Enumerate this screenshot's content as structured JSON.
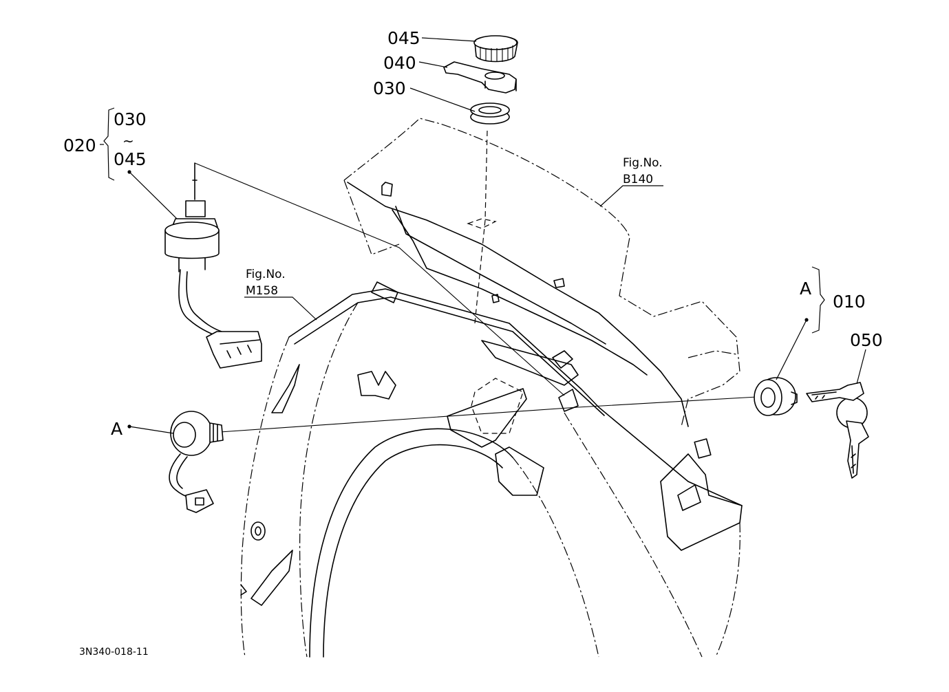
{
  "diagram": {
    "figure_id": "3N340-018-11",
    "callouts": {
      "p045": "045",
      "p040": "040",
      "p030": "030",
      "group020": "020",
      "group020_from": "030",
      "group020_range_mark": "~",
      "group020_to": "045",
      "p010": "010",
      "p050": "050",
      "mark_a_left": "A",
      "mark_a_right": "A"
    },
    "references": {
      "b140_label": "Fig.No.",
      "b140_number": "B140",
      "m158_label": "Fig.No.",
      "m158_number": "M158"
    },
    "parts": [
      {
        "name": "knob-cap-icon",
        "callout": "045"
      },
      {
        "name": "lever-arm-icon",
        "callout": "040"
      },
      {
        "name": "nut-ring-icon",
        "callout": "030"
      },
      {
        "name": "key-switch-icon",
        "callout": "020"
      },
      {
        "name": "key-cylinder-icon",
        "callout": "010"
      },
      {
        "name": "key-set-icon",
        "callout": "050"
      },
      {
        "name": "connector-switch-icon",
        "callout": "A"
      },
      {
        "name": "dashboard-cover-icon",
        "callout": "B140"
      },
      {
        "name": "steering-column-panel-icon",
        "callout": "M158"
      }
    ]
  }
}
